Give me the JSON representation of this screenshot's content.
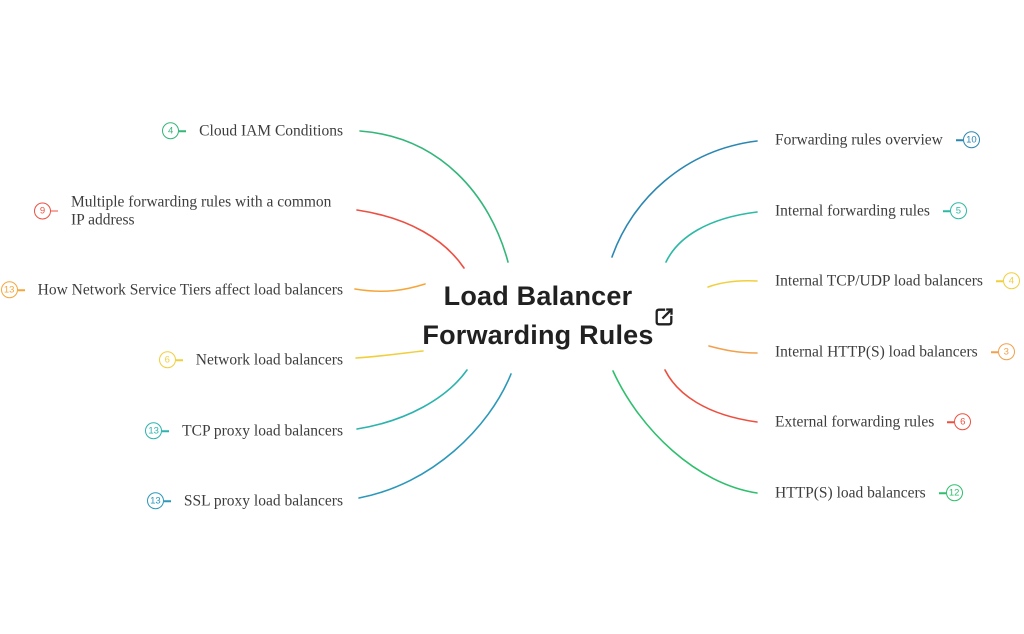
{
  "background": "#ffffff",
  "text_color": "#3d3d3d",
  "center": {
    "title_line1": "Load Balancer",
    "title_line2": "Forwarding Rules",
    "title_color": "#212121",
    "link_icon": "external-link-icon"
  },
  "left_branches": [
    {
      "label": "Cloud IAM Conditions",
      "count": "4",
      "color": "#33b679"
    },
    {
      "label": "Multiple forwarding rules with a common IP address",
      "count": "9",
      "color": "#ec5043"
    },
    {
      "label": "How Network Service Tiers affect load balancers",
      "count": "13",
      "color": "#f5a63b"
    },
    {
      "label": "Network load balancers",
      "count": "6",
      "color": "#f0cf3d"
    },
    {
      "label": "TCP proxy load balancers",
      "count": "13",
      "color": "#2cb3ae"
    },
    {
      "label": "SSL proxy load balancers",
      "count": "13",
      "color": "#2b98b9"
    }
  ],
  "right_branches": [
    {
      "label": "Forwarding rules overview",
      "count": "10",
      "color": "#2b87b2"
    },
    {
      "label": "Internal forwarding rules",
      "count": "5",
      "color": "#2cb9a6"
    },
    {
      "label": "Internal TCP/UDP load balancers",
      "count": "4",
      "color": "#f0cf3d"
    },
    {
      "label": "Internal HTTP(S) load balancers",
      "count": "3",
      "color": "#f2a04b"
    },
    {
      "label": "External forwarding rules",
      "count": "6",
      "color": "#ed4f3f"
    },
    {
      "label": "HTTP(S) load balancers",
      "count": "12",
      "color": "#2ebf6d"
    }
  ]
}
